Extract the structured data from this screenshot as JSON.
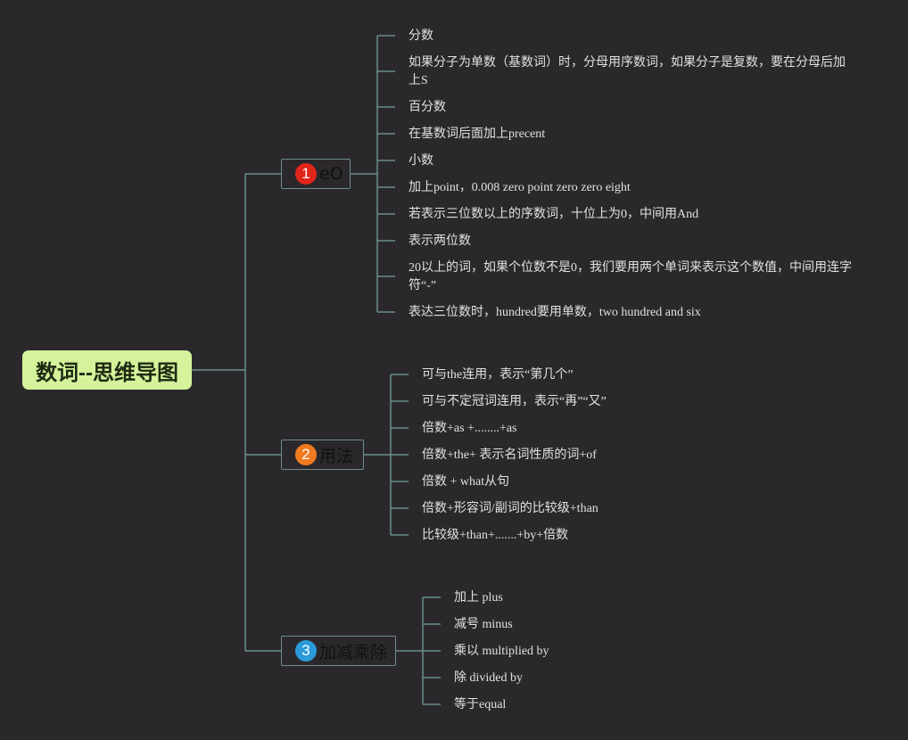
{
  "colors": {
    "background": "#2b282c",
    "root_fill": "#d4f39a",
    "connector": "#6a8e8c",
    "badge_1": "#e0251b",
    "badge_2": "#f07a1f",
    "badge_3": "#2b9ad8"
  },
  "root": {
    "title": "数词--思维导图"
  },
  "branches": [
    {
      "badge": "1",
      "label": "eO",
      "leaves": [
        "分数",
        "如果分子为单数（基数词）时，分母用序数词，如果分子是复数，要在分母后加上S",
        "百分数",
        "在基数词后面加上precent",
        "小数",
        "加上point，0.008 zero point zero zero eight",
        "若表示三位数以上的序数词，十位上为0，中间用And",
        "表示两位数",
        "20以上的词，如果个位数不是0，我们要用两个单词来表示这个数值，中间用连字符“-”",
        "表达三位数时，hundred要用单数，two hundred and six"
      ]
    },
    {
      "badge": "2",
      "label": "用法",
      "leaves": [
        "可与the连用，表示“第几个”",
        "可与不定冠词连用，表示“再”“又”",
        "倍数+as +........+as",
        "倍数+the+ 表示名词性质的词+of",
        "倍数 + what从句",
        "倍数+形容词/副词的比较级+than",
        "比较级+than+.......+by+倍数"
      ]
    },
    {
      "badge": "3",
      "label": "加减乘除",
      "leaves": [
        "加上 plus",
        "减号 minus",
        "乘以 multiplied by",
        "除 divided by",
        "等于equal"
      ]
    }
  ]
}
